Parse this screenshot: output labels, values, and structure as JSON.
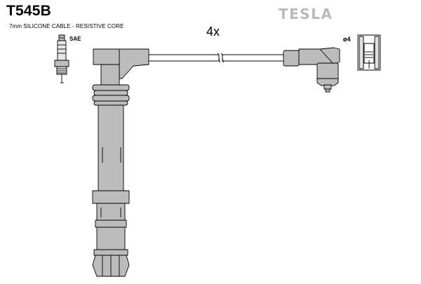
{
  "header": {
    "part_number": "T545B",
    "cable_spec": "7mm SILICONE CABLE - RESISTIVE CORE",
    "brand": "TESLA"
  },
  "diagram": {
    "quantity_label": "4x",
    "plug_standard_label": "SAE",
    "terminal_diameter_label": "ø4"
  },
  "colors": {
    "part_fill": "#bcbcbc",
    "outline": "#000000",
    "brand_gray": "#b9b9b9"
  }
}
